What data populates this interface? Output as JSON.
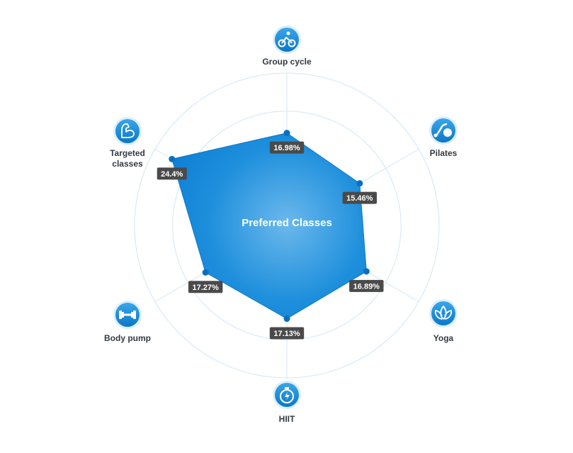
{
  "chart_data": {
    "type": "radar",
    "title": "Preferred Classes",
    "categories": [
      "Group cycle",
      "Pilates",
      "Yoga",
      "HIIT",
      "Body pump",
      "Targeted classes"
    ],
    "values": [
      16.98,
      15.46,
      16.89,
      17.13,
      17.27,
      24.4
    ],
    "value_labels": [
      "16.98%",
      "15.46%",
      "16.89%",
      "17.13%",
      "17.27%",
      "24.4%"
    ],
    "axis_max": 28,
    "rings": 4,
    "grid": true,
    "icons": [
      "bicycle-icon",
      "pilates-icon",
      "lotus-icon",
      "stopwatch-icon",
      "dumbbell-icon",
      "flexed-arm-icon"
    ],
    "colors": {
      "fill_center": "#5fb0e8",
      "fill_edge": "#0f83d8",
      "point": "#0a6fc2",
      "grid": "#cfe6f6",
      "badge": "#4a4a4a",
      "icon_bg": "#1a8fdd"
    }
  }
}
